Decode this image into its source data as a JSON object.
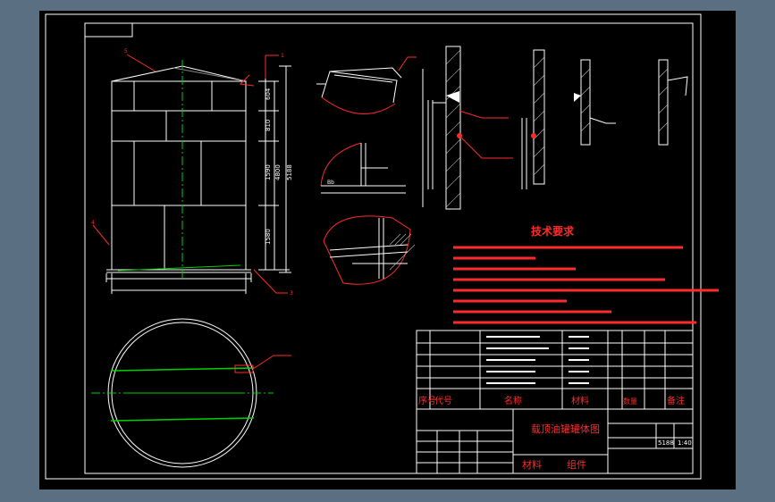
{
  "colors": {
    "frame": "#ffffff",
    "geometry": "#ffffff",
    "centerline": "#00d000",
    "annotation": "#ff2b2b",
    "dimension": "#ffffff",
    "hatch": "#bbbbbb",
    "viewport_bg": "#000000",
    "surround": "#5b6f82"
  },
  "dimensions": {
    "d1": "604",
    "d2": "810",
    "d3": "1590",
    "d4": "1580",
    "total_inner": "4800",
    "total_outer": "5188"
  },
  "technical_requirements": {
    "title": "技术要求"
  },
  "bom": {
    "header": {
      "seq": "序号",
      "code": "代号",
      "name": "名称",
      "material": "材料",
      "qty": "数量",
      "remark": "备注"
    }
  },
  "title_block": {
    "drawing_name": "载顶油罐罐体图",
    "material_label": "材料",
    "unit_label": "组件",
    "scale_value": "1:40",
    "weight_value": "5188"
  }
}
